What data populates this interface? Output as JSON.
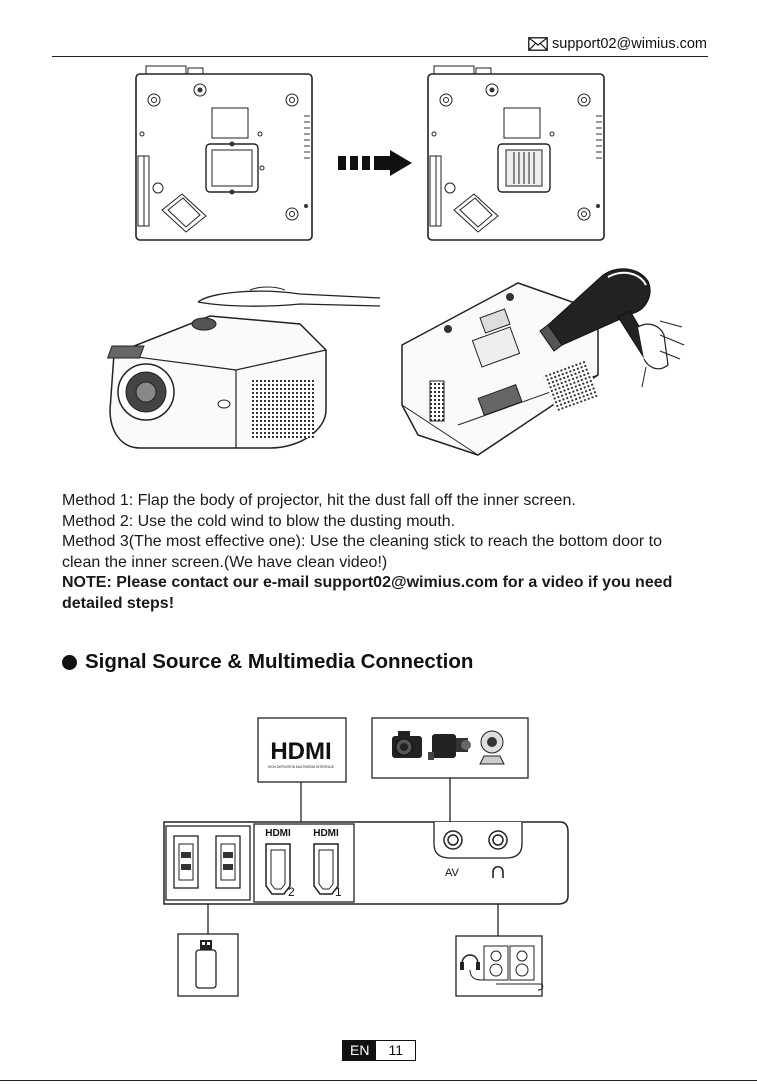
{
  "header": {
    "email": "support02@wimius.com",
    "icon": "envelope-icon"
  },
  "methods": [
    "Method 1: Flap the body of projector, hit the dust fall off the inner screen.",
    "Method 2: Use the cold wind to blow the dusting mouth.",
    "Method 3(The most effective one): Use the cleaning stick to reach the bottom door to clean the inner screen.(We have clean video!)"
  ],
  "note": "NOTE: Please contact our e-mail support02@wimius.com for a video if you need detailed steps!",
  "section": {
    "title": "Signal Source & Multimedia Connection"
  },
  "diagram": {
    "hdmi_logo": "HDMI",
    "hdmi_tagline": "HIGH-DEFINITION MULTIMEDIA INTERFACE",
    "port_label_hdmi": "HDMI",
    "port_num_2": "2",
    "port_num_1": "1",
    "av_label": "AV"
  },
  "footer": {
    "lang": "EN",
    "page": "11"
  }
}
